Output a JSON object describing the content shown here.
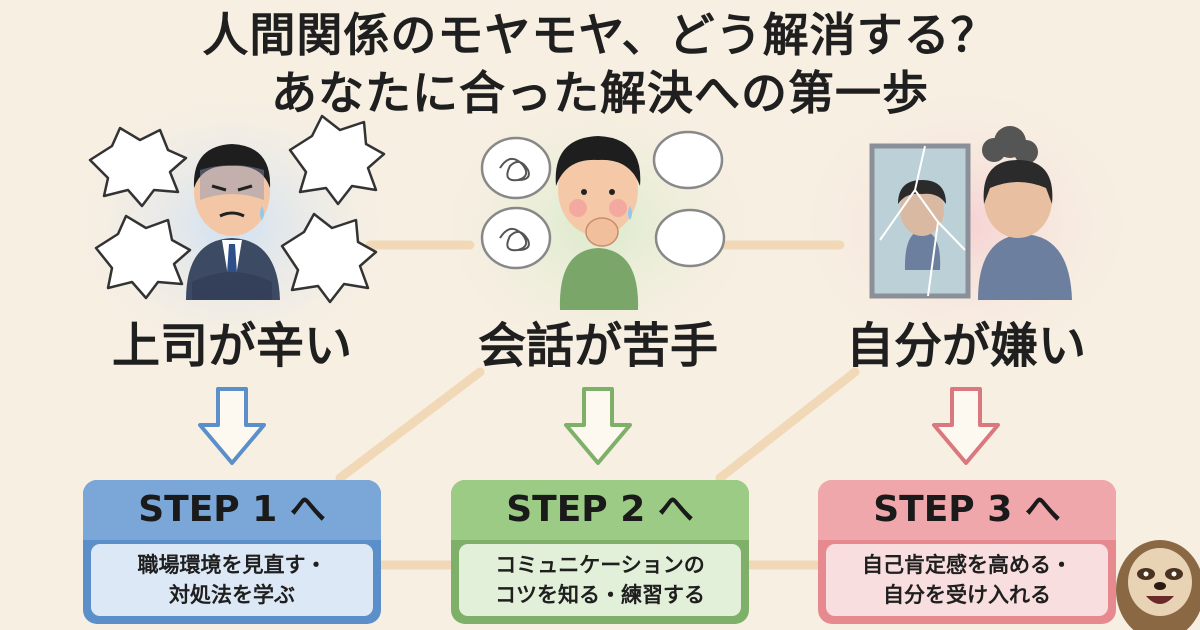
{
  "title": {
    "line1": "人間関係のモヤモヤ、どう解消する？",
    "line2": "あなたに合った解決への第一歩"
  },
  "columns": [
    {
      "label": "上司が辛い",
      "step": "STEP 1 へ",
      "desc_line1": "職場環境を見直す・",
      "desc_line2": "対処法を学ぶ",
      "color": "#5b8fc9",
      "light": "#dce8f5"
    },
    {
      "label": "会話が苦手",
      "step": "STEP 2 へ",
      "desc_line1": "コミュニケーションの",
      "desc_line2": "コツを知る・練習する",
      "color": "#7fb069",
      "light": "#e3f0d9"
    },
    {
      "label": "自分が嫌い",
      "step": "STEP 3 へ",
      "desc_line1": "自己肯定感を高める・",
      "desc_line2": "自分を受け入れる",
      "color": "#e68a8f",
      "light": "#f8dedf"
    }
  ]
}
